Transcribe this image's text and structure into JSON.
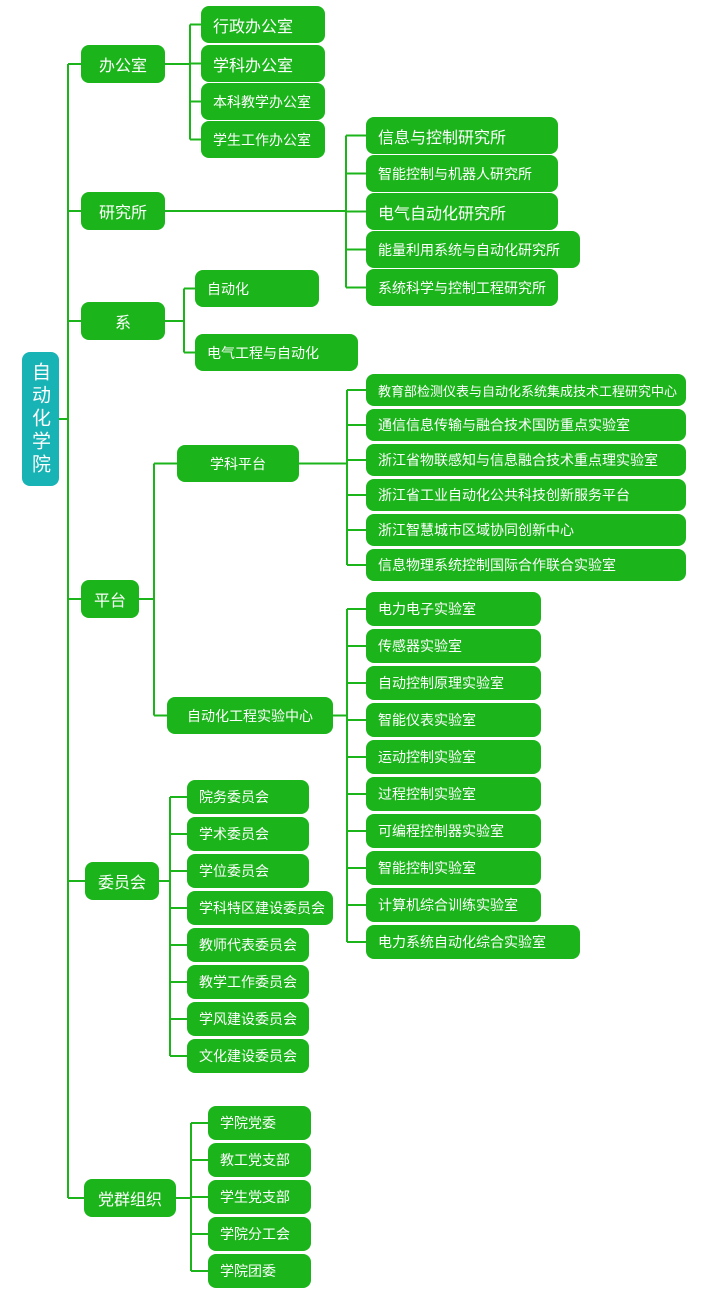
{
  "colors": {
    "node": "#1bb51b",
    "root": "#17b3b5",
    "line": "#1bb51b",
    "text": "#ffffff"
  },
  "tree": {
    "label": "自动化学院",
    "children": [
      {
        "label": "办公室",
        "children": [
          {
            "label": "行政办公室"
          },
          {
            "label": "学科办公室"
          },
          {
            "label": "本科教学办公室"
          },
          {
            "label": "学生工作办公室"
          }
        ]
      },
      {
        "label": "研究所",
        "children": [
          {
            "label": "信息与控制研究所"
          },
          {
            "label": "智能控制与机器人研究所"
          },
          {
            "label": "电气自动化研究所"
          },
          {
            "label": "能量利用系统与自动化研究所"
          },
          {
            "label": "系统科学与控制工程研究所"
          }
        ]
      },
      {
        "label": "系",
        "children": [
          {
            "label": "自动化"
          },
          {
            "label": "电气工程与自动化"
          }
        ]
      },
      {
        "label": "平台",
        "children": [
          {
            "label": "学科平台",
            "children": [
              {
                "label": "教育部检测仪表与自动化系统集成技术工程研究中心"
              },
              {
                "label": "通信信息传输与融合技术国防重点实验室"
              },
              {
                "label": "浙江省物联感知与信息融合技术重点理实验室"
              },
              {
                "label": "浙江省工业自动化公共科技创新服务平台"
              },
              {
                "label": "浙江智慧城市区域协同创新中心"
              },
              {
                "label": "信息物理系统控制国际合作联合实验室"
              }
            ]
          },
          {
            "label": "自动化工程实验中心",
            "children": [
              {
                "label": "电力电子实验室"
              },
              {
                "label": "传感器实验室"
              },
              {
                "label": "自动控制原理实验室"
              },
              {
                "label": "智能仪表实验室"
              },
              {
                "label": "运动控制实验室"
              },
              {
                "label": "过程控制实验室"
              },
              {
                "label": "可编程控制器实验室"
              },
              {
                "label": "智能控制实验室"
              },
              {
                "label": "计算机综合训练实验室"
              },
              {
                "label": "电力系统自动化综合实验室"
              }
            ]
          }
        ]
      },
      {
        "label": "委员会",
        "children": [
          {
            "label": "院务委员会"
          },
          {
            "label": "学术委员会"
          },
          {
            "label": "学位委员会"
          },
          {
            "label": "学科特区建设委员会"
          },
          {
            "label": "教师代表委员会"
          },
          {
            "label": "教学工作委员会"
          },
          {
            "label": "学风建设委员会"
          },
          {
            "label": "文化建设委员会"
          }
        ]
      },
      {
        "label": "党群组织",
        "children": [
          {
            "label": "学院党委"
          },
          {
            "label": "教工党支部"
          },
          {
            "label": "学生党支部"
          },
          {
            "label": "学院分工会"
          },
          {
            "label": "学院团委"
          }
        ]
      }
    ]
  }
}
